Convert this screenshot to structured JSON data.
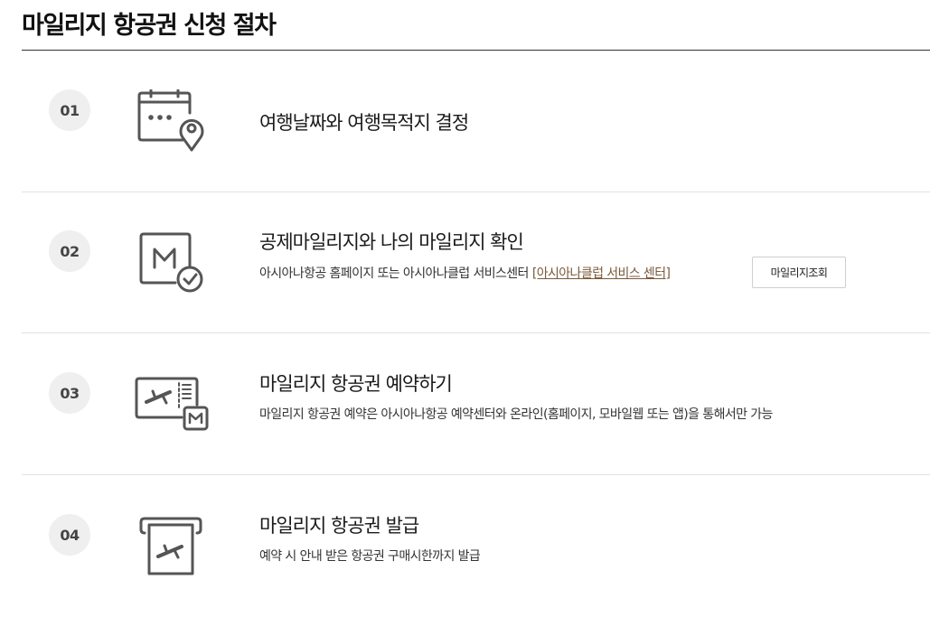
{
  "page": {
    "title": "마일리지 항공권 신청 절차"
  },
  "steps": [
    {
      "number": "01",
      "title": "여행날짜와 여행목적지 결정",
      "icon": "calendar-location-icon"
    },
    {
      "number": "02",
      "title": "공제마일리지와 나의 마일리지 확인",
      "icon": "mileage-check-icon",
      "description": "아시아나항공 홈페이지 또는 아시아나클럽 서비스센터",
      "link_label": "[아시아나클럽 서비스 센터]",
      "button_label": "마일리지조회"
    },
    {
      "number": "03",
      "title": "마일리지 항공권 예약하기",
      "icon": "ticket-reservation-icon",
      "description": "마일리지 항공권 예약은 아시아나항공 예약센터와 온라인(홈페이지, 모바일웹 또는 앱)을 통해서만 가능"
    },
    {
      "number": "04",
      "title": "마일리지 항공권 발급",
      "icon": "ticket-print-icon",
      "description": "예약 시 안내 받은 항공권 구매시한까지 발급"
    }
  ],
  "colors": {
    "icon_stroke": "#555555",
    "badge_bg": "#efefef",
    "link": "#7a5a3a",
    "divider": "#e2e2e2"
  }
}
